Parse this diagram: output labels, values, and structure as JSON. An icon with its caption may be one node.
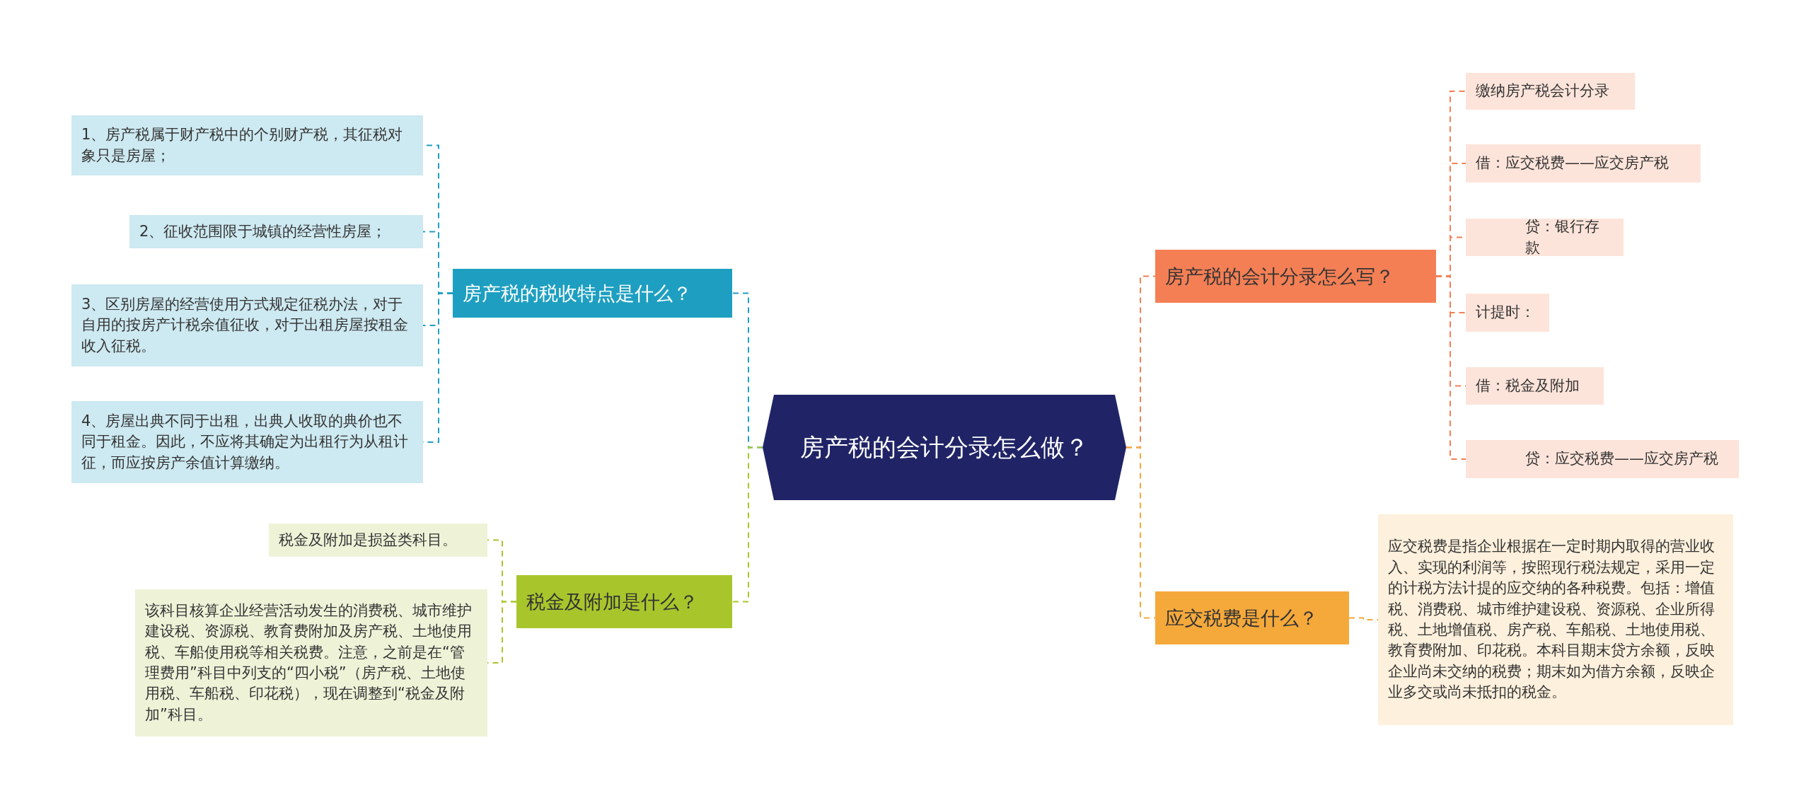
{
  "diagram": {
    "nodes": [
      {
        "text": [
          "房产税的会计分录怎么做？"
        ]
      },
      {
        "text": [
          "房产税的税收特点是什么？"
        ]
      },
      {
        "text": [
          "1、房产税属于财产税中的个别财产税，其征税对象只是房屋；"
        ]
      },
      {
        "text": [
          "2、征收范围限于城镇的经营性房屋；"
        ]
      },
      {
        "text": [
          "3、区别房屋的经营使用方式规定征税办法，对于自用的按房产计税余值征收，对于出租房屋按租金收入征税。"
        ]
      },
      {
        "text": [
          "4、房屋出典不同于出租，出典人收取的典价也不同于租金。因此，不应将其确定为出租行为从租计征，而应按房产余值计算缴纳。"
        ]
      },
      {
        "text": [
          "税金及附加是什么？"
        ]
      },
      {
        "text": [
          "税金及附加是损益类科目。"
        ]
      },
      {
        "text": [
          "该科目核算企业经营活动发生的消费税、城市维护建设税、资源税、教育费附加及房产税、土地使用税、车船使用税等相关税费。注意，之前是在“管理费用”科目中列支的“四小税”（房产税、土地使用税、车船税、印花税），现在调整到“税金及附加”科目。"
        ]
      },
      {
        "text": [
          "房产税的会计分录怎么写？"
        ]
      },
      {
        "text": [
          "缴纳房产税会计分录"
        ]
      },
      {
        "text": [
          "借：应交税费——应交房产税"
        ]
      },
      {
        "text": [
          "贷：银行存款"
        ]
      },
      {
        "text": [
          "计提时："
        ]
      },
      {
        "text": [
          "借：税金及附加"
        ]
      },
      {
        "text": [
          "贷：应交税费——应交房产税"
        ]
      },
      {
        "text": [
          "应交税费是什么？"
        ]
      },
      {
        "text": [
          "应交税费是指企业根据在一定时期内取得的营业收入、实现的利润等，按照现行税法规定，采用一定的计税方法计提的应交纳的各种税费。包括：增值税、消费税、城市维护建设税、资源税、企业所得税、土地增值税、房产税、车船税、土地使用税、教育费附加、印花税。本科目期末贷方余额，反映企业尚未交纳的税费；期末如为借方余额，反映企业多交或尚未抵扣的税金。"
        ]
      }
    ],
    "edges": [
      {
        "from": 0,
        "to": 1,
        "arrow": "none",
        "style": "dashed",
        "color": "#1e9fc1"
      },
      {
        "from": 1,
        "to": 2,
        "arrow": "none",
        "style": "dashed",
        "color": "#1e9fc1"
      },
      {
        "from": 1,
        "to": 3,
        "arrow": "none",
        "style": "dashed",
        "color": "#1e9fc1"
      },
      {
        "from": 1,
        "to": 4,
        "arrow": "none",
        "style": "dashed",
        "color": "#1e9fc1"
      },
      {
        "from": 1,
        "to": 5,
        "arrow": "none",
        "style": "dashed",
        "color": "#1e9fc1"
      },
      {
        "from": 0,
        "to": 6,
        "arrow": "none",
        "style": "dashed",
        "color": "#a8c62c"
      },
      {
        "from": 6,
        "to": 7,
        "arrow": "none",
        "style": "dashed",
        "color": "#a8c62c"
      },
      {
        "from": 6,
        "to": 8,
        "arrow": "none",
        "style": "dashed",
        "color": "#a8c62c"
      },
      {
        "from": 0,
        "to": 9,
        "arrow": "none",
        "style": "dashed",
        "color": "#f47f55"
      },
      {
        "from": 9,
        "to": 10,
        "arrow": "none",
        "style": "dashed",
        "color": "#f47f55"
      },
      {
        "from": 9,
        "to": 11,
        "arrow": "none",
        "style": "dashed",
        "color": "#f47f55"
      },
      {
        "from": 9,
        "to": 12,
        "arrow": "none",
        "style": "dashed",
        "color": "#f47f55"
      },
      {
        "from": 9,
        "to": 13,
        "arrow": "none",
        "style": "dashed",
        "color": "#f47f55"
      },
      {
        "from": 9,
        "to": 14,
        "arrow": "none",
        "style": "dashed",
        "color": "#f47f55"
      },
      {
        "from": 9,
        "to": 15,
        "arrow": "none",
        "style": "dashed",
        "color": "#f47f55"
      },
      {
        "from": 0,
        "to": 16,
        "arrow": "none",
        "style": "dashed",
        "color": "#f5a93b"
      },
      {
        "from": 16,
        "to": 17,
        "arrow": "none",
        "style": "dashed",
        "color": "#f5a93b"
      }
    ]
  }
}
